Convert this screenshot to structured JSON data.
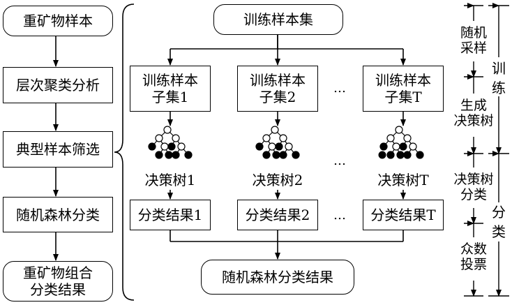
{
  "left_flow": {
    "start": "重矿物样本",
    "step1": "层次聚类分析",
    "step2": "典型样本筛选",
    "step3": "随机森林分类",
    "end": "重矿物组合\n分类结果"
  },
  "right_flow": {
    "training_set": "训练样本集",
    "subsets": [
      "训练样本\n子集1",
      "训练样本\n子集2",
      "训练样本\n子集T"
    ],
    "trees": [
      "决策树1",
      "决策树2",
      "决策树T"
    ],
    "results": [
      "分类结果1",
      "分类结果2",
      "分类结果T"
    ],
    "final": "随机森林分类结果",
    "ellipsis": "…"
  },
  "side_labels": {
    "random_sampling": "随机\n采样",
    "generate_tree": "生成\n决策树",
    "tree_classify": "决策树\n分类",
    "majority_vote": "众数\n投票",
    "train": "训\n练",
    "classify": "分\n类"
  },
  "colors": {
    "line": "#000000",
    "filled_node": "#000000",
    "empty_node": "#ffffff"
  }
}
